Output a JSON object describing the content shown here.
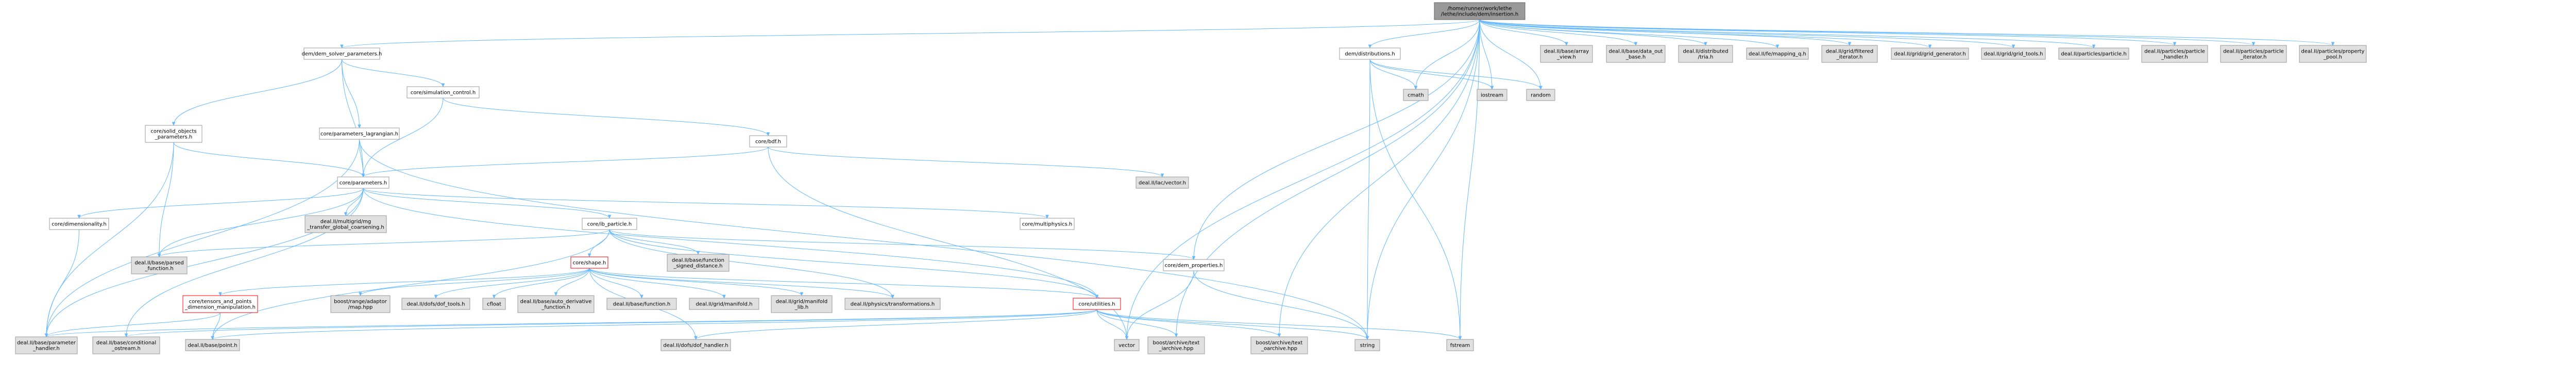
{
  "diagram": {
    "type": "include-dependency-graph",
    "colors": {
      "root_fill": "#999999",
      "local_fill": "#ffffff",
      "system_fill": "#e0e0e0",
      "border": "#999999",
      "root_border": "#666666",
      "red_border": "#ff0000",
      "edge": "#63b8ff"
    },
    "nodes": [
      {
        "id": "root",
        "kind": "root",
        "lines": [
          "/home/runner/work/lethe",
          "/lethe/include/dem/insertion.h"
        ]
      },
      {
        "id": "dem_solver_parameters",
        "kind": "local",
        "lines": [
          "dem/dem_solver_parameters.h"
        ]
      },
      {
        "id": "dem_distributions",
        "kind": "local",
        "lines": [
          "dem/distributions.h"
        ]
      },
      {
        "id": "deal_array_view",
        "kind": "system",
        "lines": [
          "deal.II/base/array",
          "_view.h"
        ]
      },
      {
        "id": "deal_data_out_base",
        "kind": "system",
        "lines": [
          "deal.II/base/data_out",
          "_base.h"
        ]
      },
      {
        "id": "deal_tria",
        "kind": "system",
        "lines": [
          "deal.II/distributed",
          "/tria.h"
        ]
      },
      {
        "id": "deal_mapping_q",
        "kind": "system",
        "lines": [
          "deal.II/fe/mapping_q.h"
        ]
      },
      {
        "id": "deal_filtered_iterator",
        "kind": "system",
        "lines": [
          "deal.II/grid/filtered",
          "_iterator.h"
        ]
      },
      {
        "id": "deal_grid_generator",
        "kind": "system",
        "lines": [
          "deal.II/grid/grid_generator.h"
        ]
      },
      {
        "id": "deal_grid_tools",
        "kind": "system",
        "lines": [
          "deal.II/grid/grid_tools.h"
        ]
      },
      {
        "id": "deal_particle",
        "kind": "system",
        "lines": [
          "deal.II/particles/particle.h"
        ]
      },
      {
        "id": "deal_particle_handler",
        "kind": "system",
        "lines": [
          "deal.II/particles/particle",
          "_handler.h"
        ]
      },
      {
        "id": "deal_particle_iterator",
        "kind": "system",
        "lines": [
          "deal.II/particles/particle",
          "_iterator.h"
        ]
      },
      {
        "id": "deal_property_pool",
        "kind": "system",
        "lines": [
          "deal.II/particles/property",
          "_pool.h"
        ]
      },
      {
        "id": "cmath",
        "kind": "system",
        "lines": [
          "cmath"
        ]
      },
      {
        "id": "iostream",
        "kind": "system",
        "lines": [
          "iostream"
        ]
      },
      {
        "id": "random",
        "kind": "system",
        "lines": [
          "random"
        ]
      },
      {
        "id": "core_solid_objects",
        "kind": "local",
        "lines": [
          "core/solid_objects",
          "_parameters.h"
        ]
      },
      {
        "id": "core_parameters_lagrangian",
        "kind": "local",
        "lines": [
          "core/parameters_lagrangian.h"
        ]
      },
      {
        "id": "core_simulation_control",
        "kind": "local",
        "lines": [
          "core/simulation_control.h"
        ]
      },
      {
        "id": "core_bdf",
        "kind": "local",
        "lines": [
          "core/bdf.h"
        ]
      },
      {
        "id": "deal_vector",
        "kind": "system",
        "lines": [
          "deal.II/lac/vector.h"
        ]
      },
      {
        "id": "core_parameters",
        "kind": "local",
        "lines": [
          "core/parameters.h"
        ]
      },
      {
        "id": "core_dimensionality",
        "kind": "local",
        "lines": [
          "core/dimensionality.h"
        ]
      },
      {
        "id": "deal_mg_transfer",
        "kind": "system",
        "lines": [
          "deal.II/multigrid/mg",
          "_transfer_global_coarsening.h"
        ]
      },
      {
        "id": "core_ib_particle",
        "kind": "local",
        "lines": [
          "core/ib_particle.h"
        ]
      },
      {
        "id": "core_multiphysics",
        "kind": "local",
        "lines": [
          "core/multiphysics.h"
        ]
      },
      {
        "id": "deal_parsed_function",
        "kind": "system",
        "lines": [
          "deal.II/base/parsed",
          "_function.h"
        ]
      },
      {
        "id": "core_shape",
        "kind": "red",
        "lines": [
          "core/shape.h"
        ]
      },
      {
        "id": "deal_signed_distance",
        "kind": "system",
        "lines": [
          "deal.II/base/function",
          "_signed_distance.h"
        ]
      },
      {
        "id": "core_dem_properties",
        "kind": "local",
        "lines": [
          "core/dem_properties.h"
        ]
      },
      {
        "id": "core_tensors",
        "kind": "red",
        "lines": [
          "core/tensors_and_points",
          "_dimension_manipulation.h"
        ]
      },
      {
        "id": "boost_range_adaptor",
        "kind": "system",
        "lines": [
          "boost/range/adaptor",
          "/map.hpp"
        ]
      },
      {
        "id": "deal_dof_tools",
        "kind": "system",
        "lines": [
          "deal.II/dofs/dof_tools.h"
        ]
      },
      {
        "id": "cfloat",
        "kind": "system",
        "lines": [
          "cfloat"
        ]
      },
      {
        "id": "deal_auto_derivative",
        "kind": "system",
        "lines": [
          "deal.II/base/auto_derivative",
          "_function.h"
        ]
      },
      {
        "id": "deal_function",
        "kind": "system",
        "lines": [
          "deal.II/base/function.h"
        ]
      },
      {
        "id": "deal_manifold",
        "kind": "system",
        "lines": [
          "deal.II/grid/manifold.h"
        ]
      },
      {
        "id": "deal_manifold_lib",
        "kind": "system",
        "lines": [
          "deal.II/grid/manifold",
          "_lib.h"
        ]
      },
      {
        "id": "deal_transformations",
        "kind": "system",
        "lines": [
          "deal.II/physics/transformations.h"
        ]
      },
      {
        "id": "core_utilities",
        "kind": "red",
        "lines": [
          "core/utilities.h"
        ]
      },
      {
        "id": "deal_parameter_handler",
        "kind": "system",
        "lines": [
          "deal.II/base/parameter",
          "_handler.h"
        ]
      },
      {
        "id": "deal_conditional_ostream",
        "kind": "system",
        "lines": [
          "deal.II/base/conditional",
          "_ostream.h"
        ]
      },
      {
        "id": "deal_point",
        "kind": "system",
        "lines": [
          "deal.II/base/point.h"
        ]
      },
      {
        "id": "deal_dof_handler",
        "kind": "system",
        "lines": [
          "deal.II/dofs/dof_handler.h"
        ]
      },
      {
        "id": "vector",
        "kind": "system",
        "lines": [
          "vector"
        ]
      },
      {
        "id": "boost_text_iarchive",
        "kind": "system",
        "lines": [
          "boost/archive/text",
          "_iarchive.hpp"
        ]
      },
      {
        "id": "boost_text_oarchive",
        "kind": "system",
        "lines": [
          "boost/archive/text",
          "_oarchive.hpp"
        ]
      },
      {
        "id": "string",
        "kind": "system",
        "lines": [
          "string"
        ]
      },
      {
        "id": "fstream",
        "kind": "system",
        "lines": [
          "fstream"
        ]
      }
    ],
    "edges": [
      [
        "root",
        "dem_solver_parameters"
      ],
      [
        "root",
        "dem_distributions"
      ],
      [
        "root",
        "deal_array_view"
      ],
      [
        "root",
        "deal_data_out_base"
      ],
      [
        "root",
        "deal_tria"
      ],
      [
        "root",
        "deal_mapping_q"
      ],
      [
        "root",
        "deal_filtered_iterator"
      ],
      [
        "root",
        "deal_grid_generator"
      ],
      [
        "root",
        "deal_grid_tools"
      ],
      [
        "root",
        "deal_particle"
      ],
      [
        "root",
        "deal_particle_handler"
      ],
      [
        "root",
        "deal_particle_iterator"
      ],
      [
        "root",
        "deal_property_pool"
      ],
      [
        "root",
        "cmath"
      ],
      [
        "root",
        "iostream"
      ],
      [
        "root",
        "random"
      ],
      [
        "root",
        "core_dem_properties"
      ],
      [
        "root",
        "string"
      ],
      [
        "root",
        "vector"
      ],
      [
        "root",
        "fstream"
      ],
      [
        "root",
        "boost_text_iarchive"
      ],
      [
        "root",
        "boost_text_oarchive"
      ],
      [
        "dem_solver_parameters",
        "core_solid_objects"
      ],
      [
        "dem_solver_parameters",
        "core_parameters_lagrangian"
      ],
      [
        "dem_solver_parameters",
        "core_simulation_control"
      ],
      [
        "dem_solver_parameters",
        "core_parameters"
      ],
      [
        "dem_distributions",
        "cmath"
      ],
      [
        "dem_distributions",
        "iostream"
      ],
      [
        "dem_distributions",
        "random"
      ],
      [
        "dem_distributions",
        "string"
      ],
      [
        "dem_distributions",
        "fstream"
      ],
      [
        "core_solid_objects",
        "core_parameters"
      ],
      [
        "core_solid_objects",
        "deal_parsed_function"
      ],
      [
        "core_solid_objects",
        "deal_parameter_handler"
      ],
      [
        "core_parameters_lagrangian",
        "core_parameters"
      ],
      [
        "core_parameters_lagrangian",
        "deal_parameter_handler"
      ],
      [
        "core_parameters_lagrangian",
        "string"
      ],
      [
        "core_simulation_control",
        "core_bdf"
      ],
      [
        "core_simulation_control",
        "core_parameters"
      ],
      [
        "core_bdf",
        "core_parameters"
      ],
      [
        "core_bdf",
        "deal_vector"
      ],
      [
        "core_bdf",
        "vector"
      ],
      [
        "core_parameters",
        "core_dimensionality"
      ],
      [
        "core_parameters",
        "deal_mg_transfer"
      ],
      [
        "core_parameters",
        "core_ib_particle"
      ],
      [
        "core_parameters",
        "core_multiphysics"
      ],
      [
        "core_parameters",
        "core_utilities"
      ],
      [
        "core_parameters",
        "deal_parsed_function"
      ],
      [
        "core_parameters",
        "deal_conditional_ostream"
      ],
      [
        "core_parameters",
        "deal_parameter_handler"
      ],
      [
        "core_dimensionality",
        "deal_parameter_handler"
      ],
      [
        "core_ib_particle",
        "core_shape"
      ],
      [
        "core_ib_particle",
        "deal_signed_distance"
      ],
      [
        "core_ib_particle",
        "core_dem_properties"
      ],
      [
        "core_ib_particle",
        "deal_parsed_function"
      ],
      [
        "core_ib_particle",
        "deal_point"
      ],
      [
        "core_ib_particle",
        "deal_transformations"
      ],
      [
        "core_ib_particle",
        "core_utilities"
      ],
      [
        "core_shape",
        "core_tensors"
      ],
      [
        "core_shape",
        "boost_range_adaptor"
      ],
      [
        "core_shape",
        "deal_dof_tools"
      ],
      [
        "core_shape",
        "cfloat"
      ],
      [
        "core_shape",
        "deal_auto_derivative"
      ],
      [
        "core_shape",
        "deal_function"
      ],
      [
        "core_shape",
        "deal_manifold"
      ],
      [
        "core_shape",
        "deal_manifold_lib"
      ],
      [
        "core_shape",
        "deal_transformations"
      ],
      [
        "core_shape",
        "core_utilities"
      ],
      [
        "core_shape",
        "deal_dof_handler"
      ],
      [
        "core_tensors",
        "deal_parameter_handler"
      ],
      [
        "core_tensors",
        "deal_point"
      ],
      [
        "core_dem_properties",
        "vector"
      ],
      [
        "core_dem_properties",
        "string"
      ],
      [
        "core_utilities",
        "deal_parameter_handler"
      ],
      [
        "core_utilities",
        "deal_conditional_ostream"
      ],
      [
        "core_utilities",
        "deal_point"
      ],
      [
        "core_utilities",
        "deal_dof_handler"
      ],
      [
        "core_utilities",
        "vector"
      ],
      [
        "core_utilities",
        "boost_text_iarchive"
      ],
      [
        "core_utilities",
        "boost_text_oarchive"
      ],
      [
        "core_utilities",
        "string"
      ],
      [
        "core_utilities",
        "fstream"
      ]
    ]
  }
}
